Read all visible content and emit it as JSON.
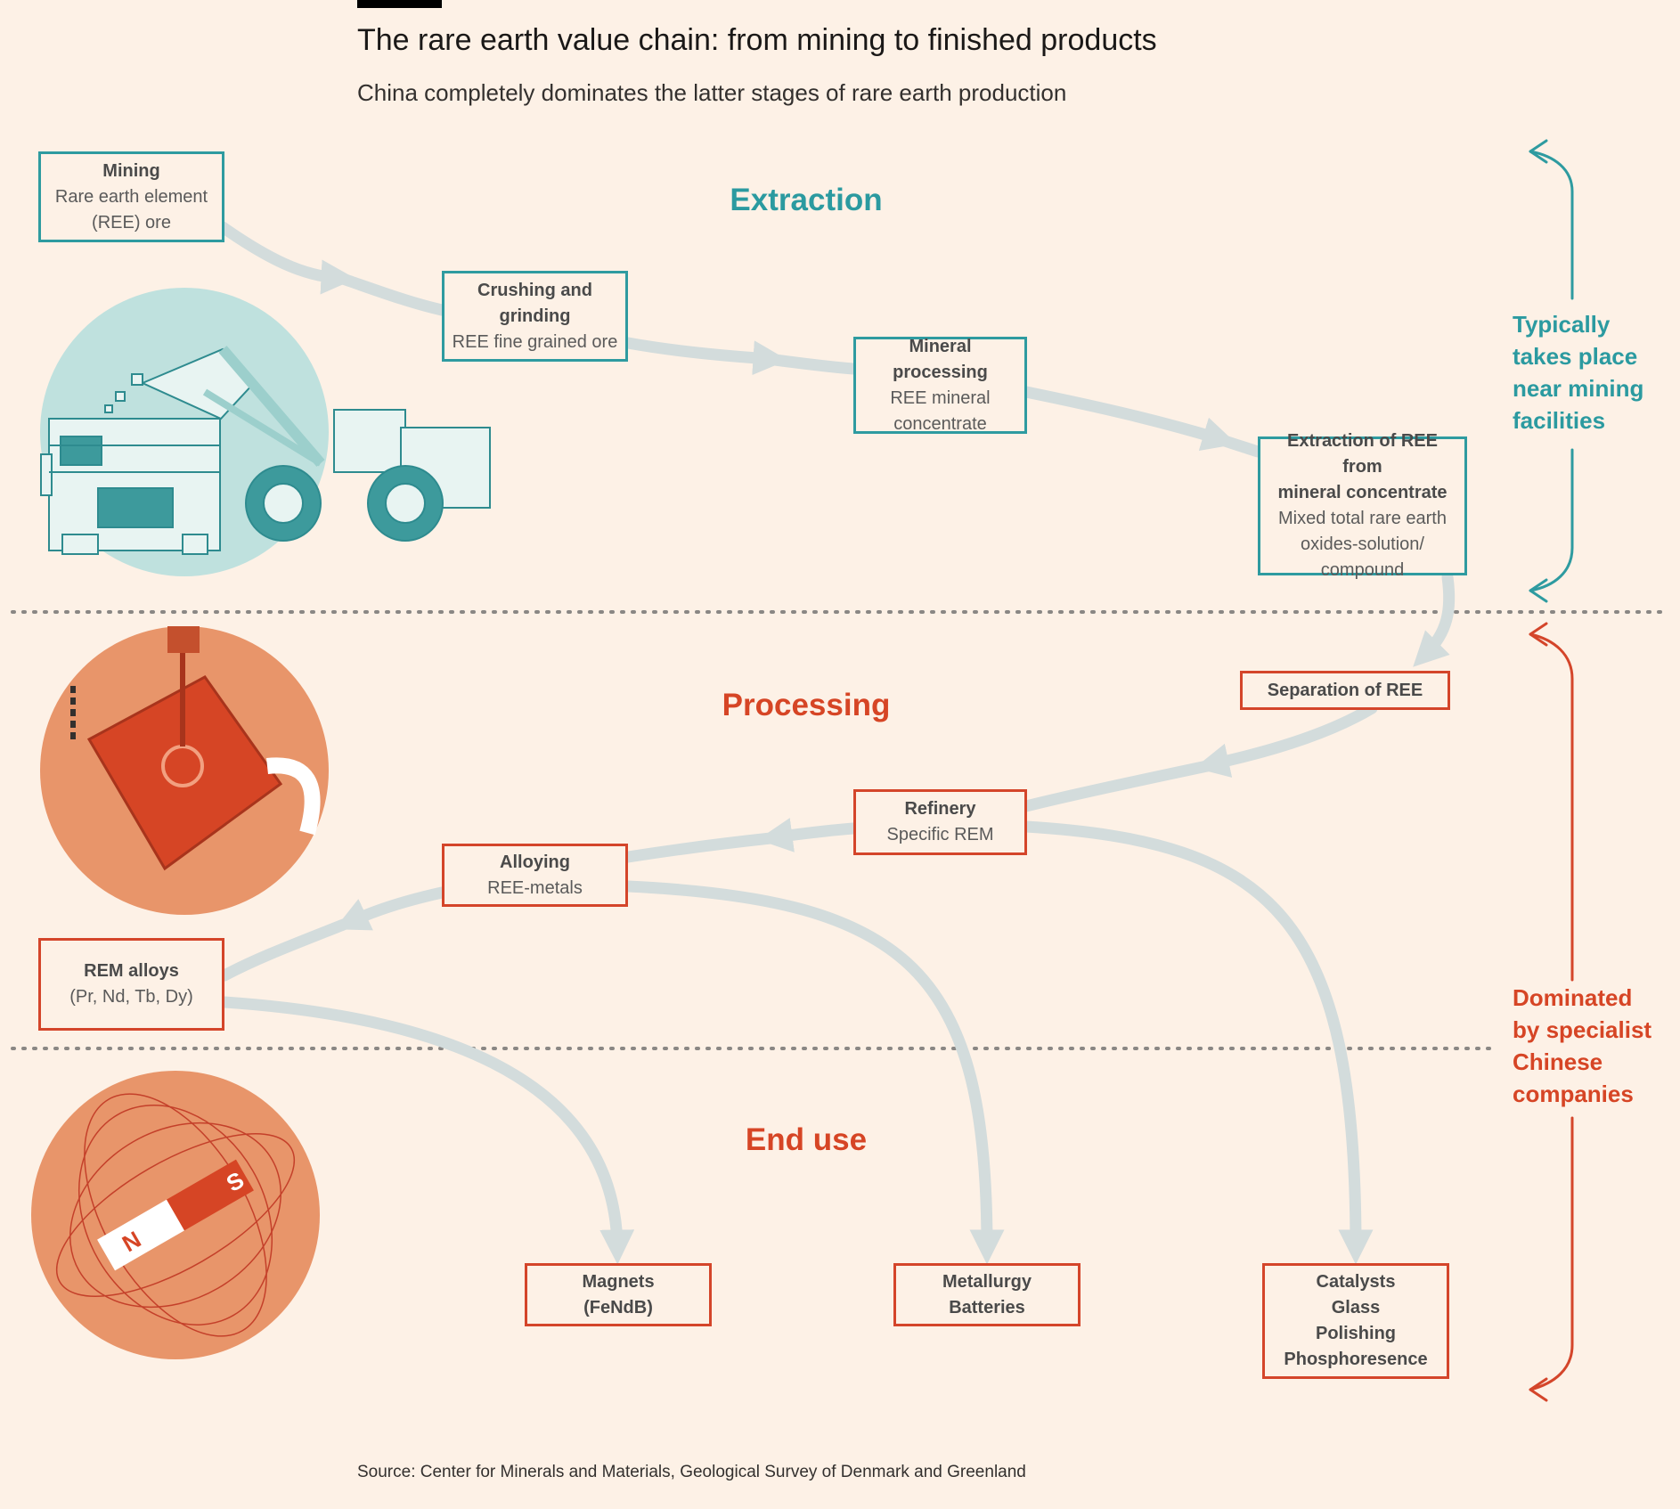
{
  "header": {
    "title": "The rare earth value chain: from mining to finished products",
    "subtitle": "China completely dominates the latter stages of rare earth production"
  },
  "stages": {
    "extraction": "Extraction",
    "processing": "Processing",
    "end_use": "End use"
  },
  "nodes": {
    "mining": {
      "heading": "Mining",
      "lines": [
        "Rare earth element",
        "(REE) ore"
      ]
    },
    "crushing": {
      "heading_lines": [
        "Crushing and",
        "grinding"
      ],
      "lines": [
        "REE fine grained ore"
      ]
    },
    "mineral_processing": {
      "heading": "Mineral processing",
      "lines": [
        "REE mineral",
        "concentrate"
      ]
    },
    "extraction_ree": {
      "heading_lines": [
        "Extraction of REE from",
        "mineral concentrate"
      ],
      "lines": [
        "Mixed total rare earth",
        "oxides-solution/",
        "compound"
      ]
    },
    "separation": {
      "heading": "Separation of REE"
    },
    "refinery": {
      "heading": "Refinery",
      "lines": [
        "Specific REM"
      ]
    },
    "alloying": {
      "heading": "Alloying",
      "lines": [
        "REE-metals"
      ]
    },
    "rem_alloys": {
      "heading": "REM alloys",
      "lines": [
        "(Pr, Nd, Tb, Dy)"
      ]
    },
    "magnets": {
      "heading_lines": [
        "Magnets",
        "(FeNdB)"
      ]
    },
    "metallurgy": {
      "heading_lines": [
        "Metallurgy",
        "Batteries"
      ]
    },
    "catalysts": {
      "heading_lines": [
        "Catalysts",
        "Glass",
        "Polishing",
        "Phosphoresence"
      ]
    }
  },
  "side_notes": {
    "mining": [
      "Typically",
      "takes place",
      "near mining",
      "facilities"
    ],
    "chinese": [
      "Dominated",
      "by specialist",
      "Chinese",
      "companies"
    ]
  },
  "magnet_poles": {
    "north": "N",
    "south": "S"
  },
  "source": "Source: Center for Minerals and Materials, Geological Survey of Denmark and Greenland",
  "colors": {
    "background": "#fdf1e6",
    "teal": "#2b9aa0",
    "red": "#d64525",
    "flow": "#d3dcdc",
    "teal_circle": "#bfe1de",
    "orange_circle": "#e8956a"
  }
}
